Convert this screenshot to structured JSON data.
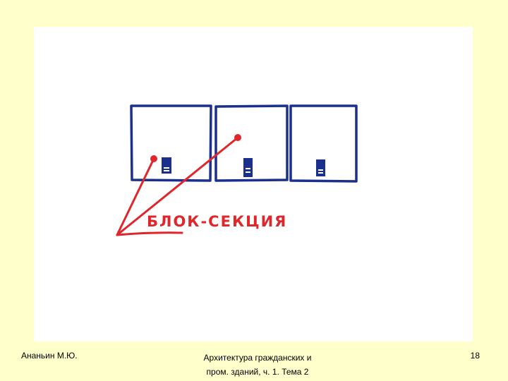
{
  "diagram": {
    "label": "БЛОК-СЕКЦИЯ",
    "colors": {
      "outline": "#1b2f8c",
      "annotation": "#e0262b",
      "background": "#ffffff",
      "slide": "#ffffcc"
    }
  },
  "footer": {
    "author": "Ананьин М.Ю.",
    "course_line1": "Архитектура гражданских и",
    "course_line2": "пром. зданий, ч. 1. Тема 2",
    "page_number": "18"
  }
}
